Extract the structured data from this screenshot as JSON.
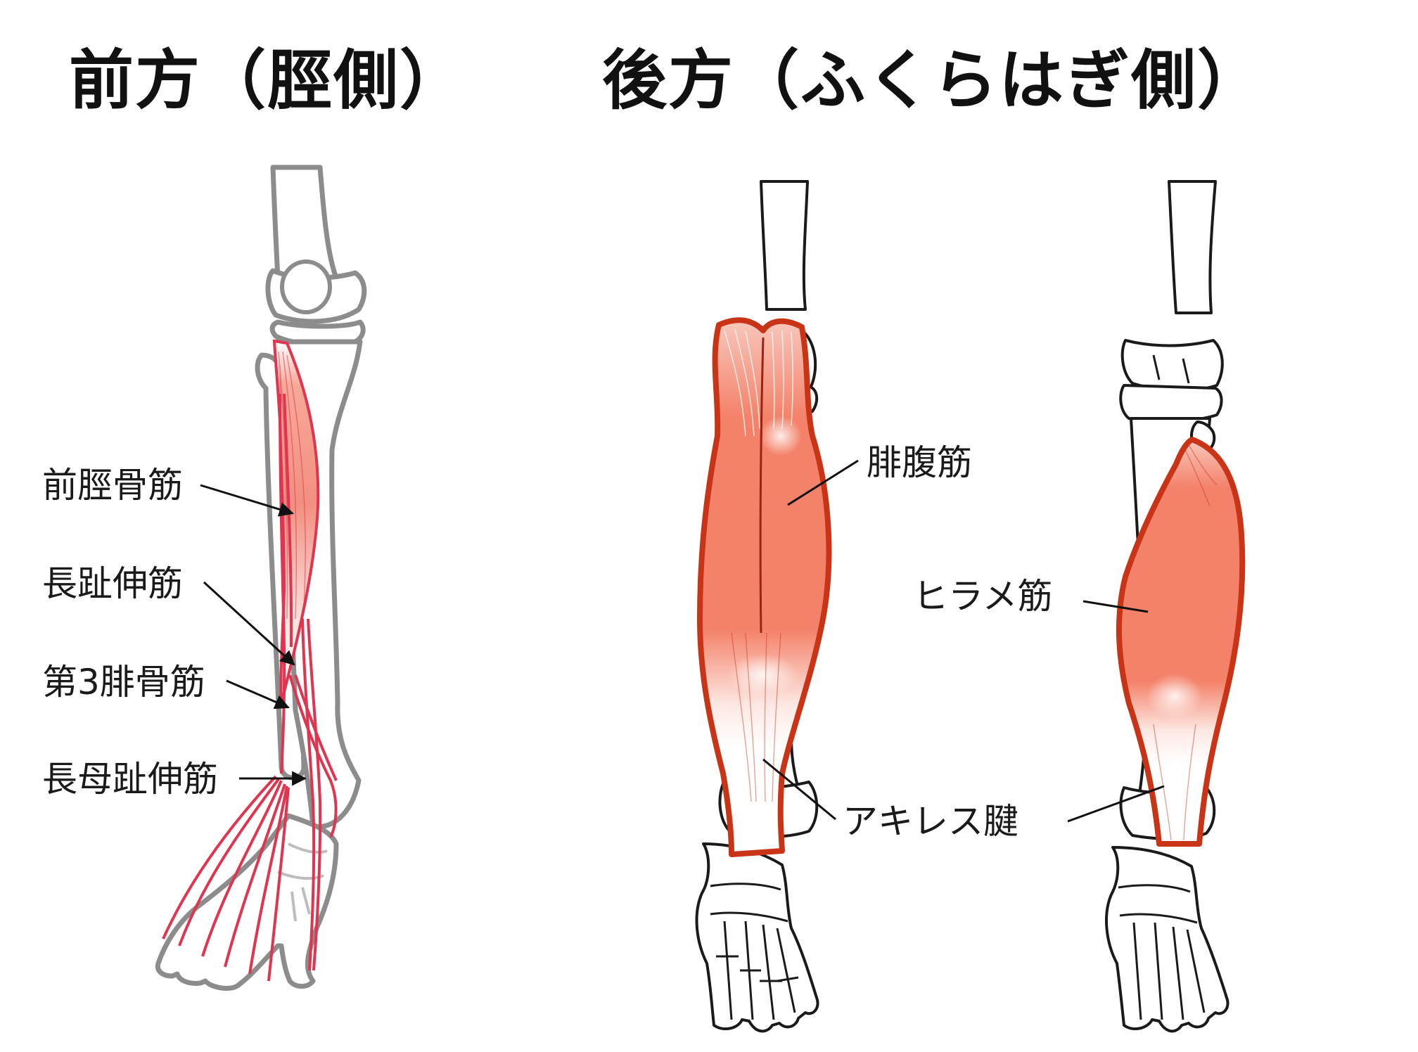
{
  "headings": {
    "front": "前方（脛側）",
    "back": "後方（ふくらはぎ側）"
  },
  "labels": {
    "tibialis_anterior": "前脛骨筋",
    "extensor_digitorum_longus": "長趾伸筋",
    "peroneus_tertius": "第3腓骨筋",
    "extensor_hallucis_longus": "長母趾伸筋",
    "gastrocnemius": "腓腹筋",
    "soleus": "ヒラメ筋",
    "achilles_tendon": "アキレス腱"
  },
  "colors": {
    "muscle_fill": "#f4826a",
    "muscle_outline": "#c93316",
    "anterior_muscle_line": "#e0344f",
    "bone_outline_front": "#8c8c8c",
    "bone_outline_back": "#1a1a1a",
    "text": "#1a1a1a"
  }
}
